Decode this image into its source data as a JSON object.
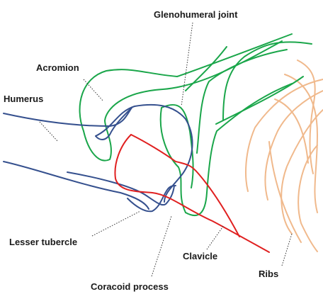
{
  "labels": {
    "glenohumeral_joint": "Glenohumeral joint",
    "acromion": "Acromion",
    "humerus": "Humerus",
    "lesser_tubercle": "Lesser tubercle",
    "clavicle": "Clavicle",
    "ribs": "Ribs",
    "coracoid_process": "Coracoid process"
  },
  "colors": {
    "scapula_outline": "#1aa64a",
    "humerus_outline": "#35508e",
    "clavicle_outline": "#e02020",
    "ribs_outline": "#f0b98c",
    "label_text": "#1a1a1a",
    "leader_lines": "#333333"
  }
}
